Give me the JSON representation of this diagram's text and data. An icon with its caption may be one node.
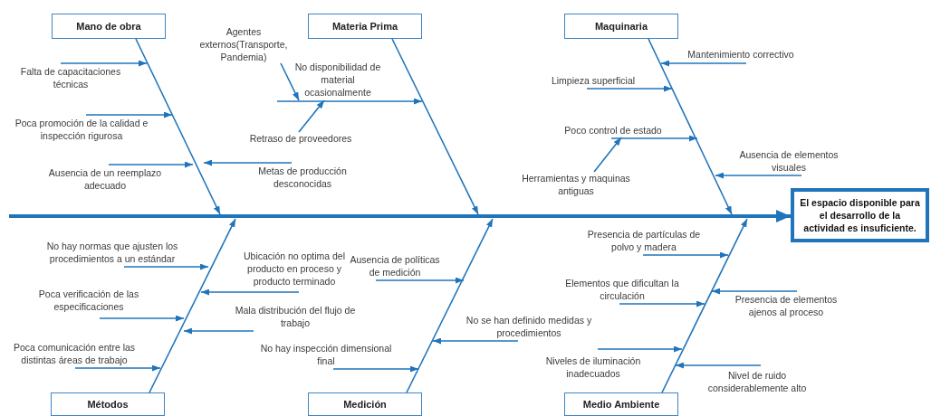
{
  "diagram": {
    "nodes": [
      {
        "text": [
          "Mano de obra"
        ]
      },
      {
        "text": [
          "Materia Prima"
        ]
      },
      {
        "text": [
          "Maquinaria"
        ]
      },
      {
        "text": [
          "El espacio disponible para el desarrollo de la actividad es insuficiente."
        ]
      },
      {
        "text": [
          "Métodos"
        ]
      },
      {
        "text": [
          "Medición"
        ]
      },
      {
        "text": [
          "Medio Ambiente"
        ]
      },
      {
        "text": [
          "Falta de capacitaciones técnicas"
        ]
      },
      {
        "text": [
          "Poca promoción de la calidad e inspección rigurosa"
        ]
      },
      {
        "text": [
          "Ausencia de un reemplazo adecuado"
        ]
      },
      {
        "text": [
          "Metas de producción desconocidas"
        ]
      },
      {
        "text": [
          "Agentes externos(Transporte, Pandemia)"
        ]
      },
      {
        "text": [
          "No disponibilidad de material ocasionalmente"
        ]
      },
      {
        "text": [
          "Retraso de proveedores"
        ]
      },
      {
        "text": [
          "Mantenimiento correctivo"
        ]
      },
      {
        "text": [
          "Limpieza superficial"
        ]
      },
      {
        "text": [
          "Poco control de estado"
        ]
      },
      {
        "text": [
          "Herramientas y maquinas antiguas"
        ]
      },
      {
        "text": [
          "Ausencia de elementos visuales"
        ]
      },
      {
        "text": [
          "No hay normas que ajusten los procedimientos a un estándar"
        ]
      },
      {
        "text": [
          "Ubicación no optima del producto en proceso y producto terminado"
        ]
      },
      {
        "text": [
          "Poca verificación de las especificaciones"
        ]
      },
      {
        "text": [
          "Mala distribución del flujo de trabajo"
        ]
      },
      {
        "text": [
          "Poca comunicación entre las distintas áreas de trabajo"
        ]
      },
      {
        "text": [
          "Ausencia de políticas de medición"
        ]
      },
      {
        "text": [
          "No se han definido medidas y procedimientos"
        ]
      },
      {
        "text": [
          "No hay inspección dimensional final"
        ]
      },
      {
        "text": [
          "Presencia de partículas de polvo y madera"
        ]
      },
      {
        "text": [
          "Elementos que dificultan la circulación"
        ]
      },
      {
        "text": [
          "Presencia de elementos ajenos al proceso"
        ]
      },
      {
        "text": [
          "Niveles de iluminación inadecuados"
        ]
      },
      {
        "text": [
          "Nivel de ruido considerablemente alto"
        ]
      }
    ],
    "edges": [
      {
        "from": null,
        "to": 3,
        "arrow": "to",
        "style": "thick"
      },
      {
        "from": 0,
        "to": null,
        "arrow": "to"
      },
      {
        "from": 1,
        "to": null,
        "arrow": "to"
      },
      {
        "from": 2,
        "to": null,
        "arrow": "to"
      },
      {
        "from": 4,
        "to": null,
        "arrow": "to"
      },
      {
        "from": 5,
        "to": null,
        "arrow": "to"
      },
      {
        "from": 6,
        "to": null,
        "arrow": "to"
      },
      {
        "from": 7,
        "to": null,
        "arrow": "to"
      },
      {
        "from": 8,
        "to": null,
        "arrow": "to"
      },
      {
        "from": 9,
        "to": null,
        "arrow": "to"
      },
      {
        "from": 10,
        "to": null,
        "arrow": "to"
      },
      {
        "from": 11,
        "to": 12,
        "arrow": "to"
      },
      {
        "from": 12,
        "to": null,
        "arrow": "to"
      },
      {
        "from": 13,
        "to": 12,
        "arrow": "to"
      },
      {
        "from": 14,
        "to": null,
        "arrow": "to"
      },
      {
        "from": 15,
        "to": null,
        "arrow": "to"
      },
      {
        "from": 16,
        "to": null,
        "arrow": "to"
      },
      {
        "from": 17,
        "to": 16,
        "arrow": "to"
      },
      {
        "from": 18,
        "to": null,
        "arrow": "to"
      },
      {
        "from": 19,
        "to": null,
        "arrow": "to"
      },
      {
        "from": 20,
        "to": null,
        "arrow": "to"
      },
      {
        "from": 21,
        "to": null,
        "arrow": "to"
      },
      {
        "from": 22,
        "to": null,
        "arrow": "to"
      },
      {
        "from": 23,
        "to": null,
        "arrow": "to"
      },
      {
        "from": 24,
        "to": null,
        "arrow": "to"
      },
      {
        "from": 25,
        "to": null,
        "arrow": "to"
      },
      {
        "from": 26,
        "to": null,
        "arrow": "to"
      },
      {
        "from": 27,
        "to": null,
        "arrow": "to"
      },
      {
        "from": 28,
        "to": null,
        "arrow": "to"
      },
      {
        "from": 29,
        "to": null,
        "arrow": "to"
      },
      {
        "from": 30,
        "to": null,
        "arrow": "to"
      },
      {
        "from": 31,
        "to": null,
        "arrow": "to"
      }
    ]
  }
}
